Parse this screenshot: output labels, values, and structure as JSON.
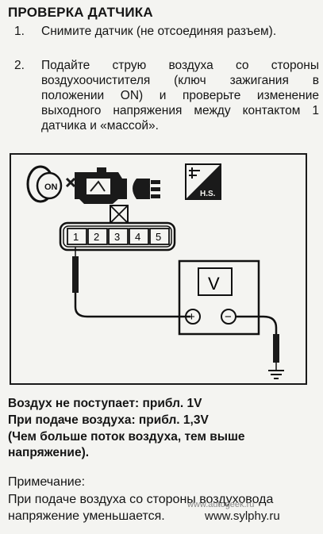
{
  "title": "ПРОВЕРКА ДАТЧИКА",
  "steps": [
    {
      "num": "1.",
      "text": "Снимите датчик (не отсоединяя разъем)."
    },
    {
      "num": "2.",
      "text": "Подайте струю воздуха со стороны воздухоочистителя (ключ зажигания в положении ON) и проверьте изменение выходного напряжения между контактом 1 датчика и «массой»."
    }
  ],
  "diagram": {
    "ignition_label": "ON",
    "hot_start_label": "H.S.",
    "pins": [
      "1",
      "2",
      "3",
      "4",
      "5"
    ],
    "meter_label": "V",
    "plus_symbol": "+",
    "minus_symbol": "−"
  },
  "results": {
    "line1": "Воздух не поступает: прибл. 1V",
    "line2": "При подаче воздуха: прибл. 1,3V",
    "line3": "(Чем больше поток воздуха, тем выше напряжение)."
  },
  "note": {
    "heading": "Примечание:",
    "text": "При подаче воздуха со стороны воздуховода напряжение уменьшается."
  },
  "watermark": "www.autogeek.ru",
  "site": "www.sylphy.ru"
}
